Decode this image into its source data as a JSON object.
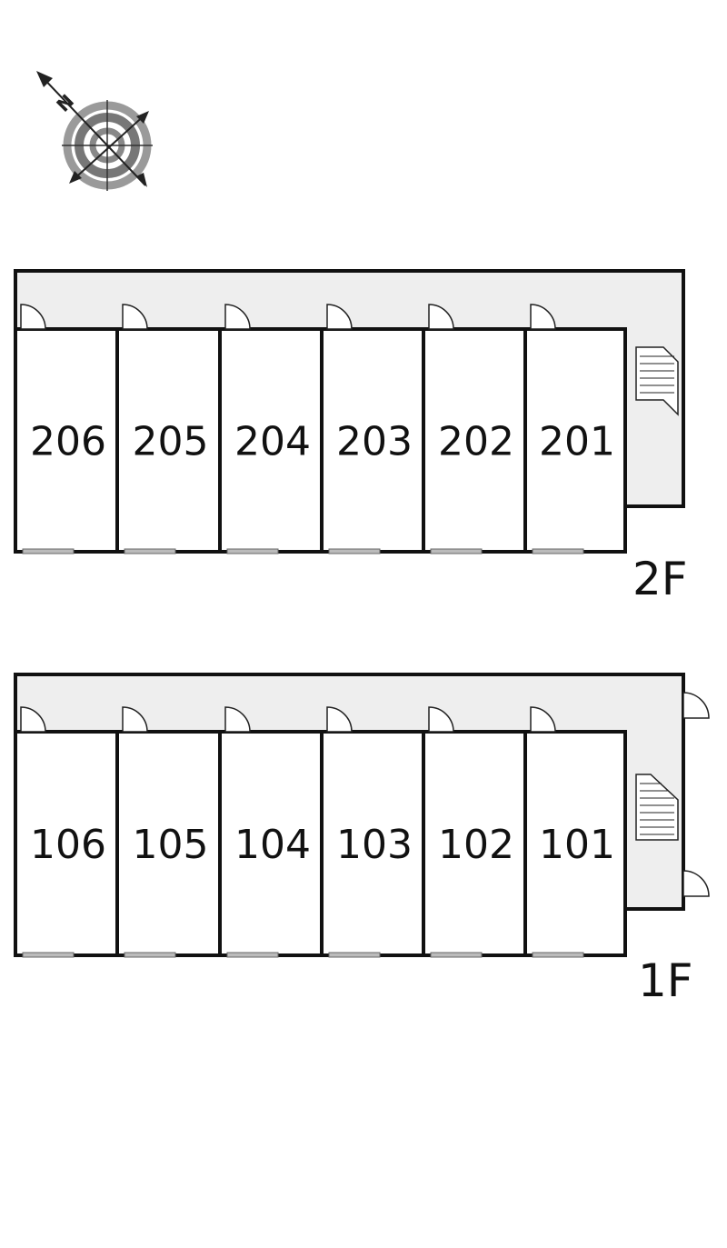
{
  "compass": {
    "north_letter": "N"
  },
  "floors": [
    {
      "label": "2F",
      "units": [
        "206",
        "205",
        "204",
        "203",
        "202",
        "201"
      ]
    },
    {
      "label": "1F",
      "units": [
        "106",
        "105",
        "104",
        "103",
        "102",
        "101"
      ]
    }
  ],
  "colors": {
    "wall": "#111111",
    "corridor": "#eeeeee",
    "unit_fill": "#ffffff",
    "compass_ring": "#777777"
  }
}
